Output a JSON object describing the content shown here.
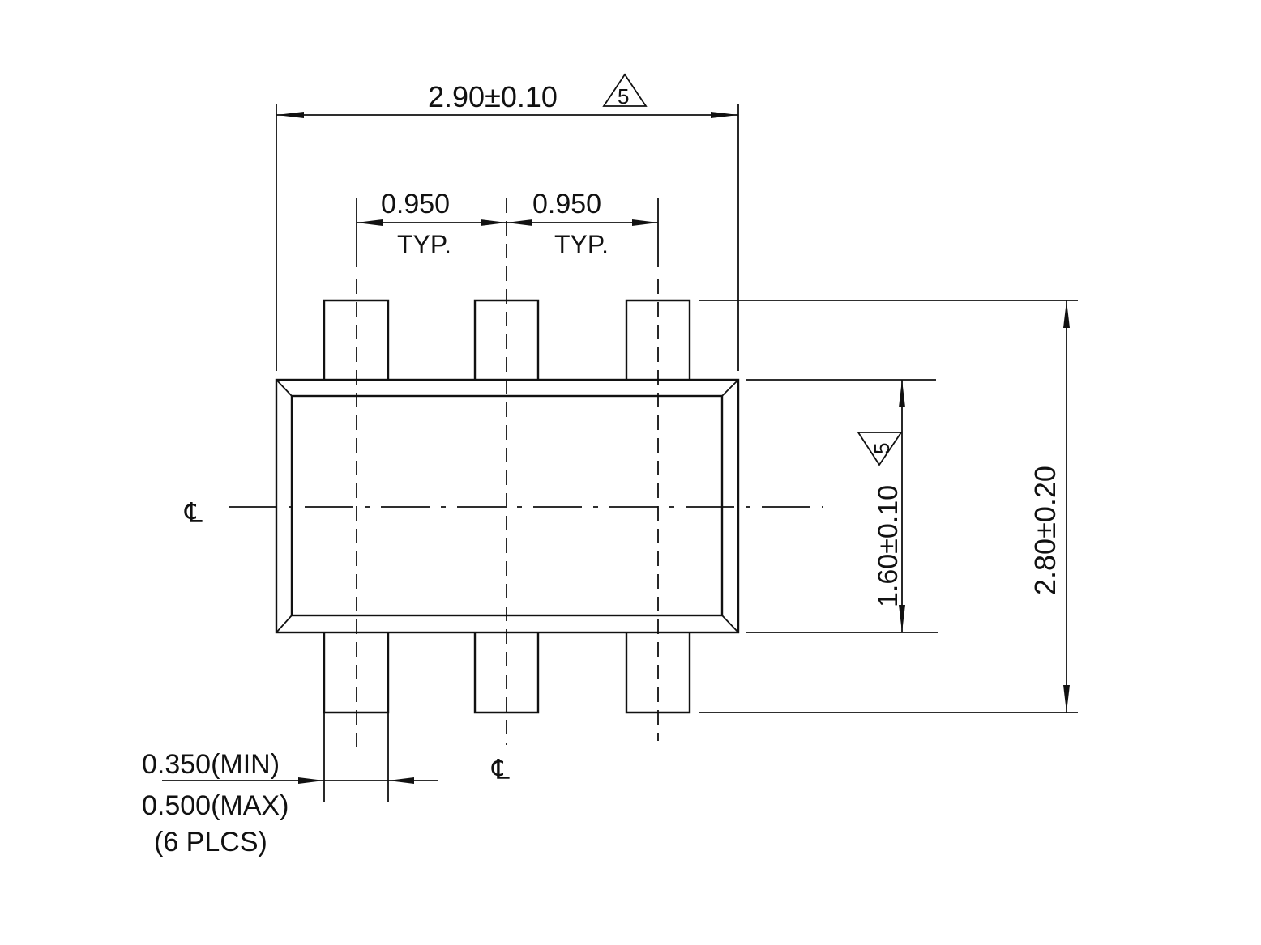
{
  "dimensions": {
    "overall_width": "2.90±0.10",
    "pitch_left": "0.950",
    "pitch_right": "0.950",
    "typ_left": "TYP.",
    "typ_right": "TYP.",
    "body_height": "1.60±0.10",
    "overall_height": "2.80±0.20",
    "lead_width_min": "0.350(MIN)",
    "lead_width_max": "0.500(MAX)",
    "lead_count": "(6  PLCS)",
    "note_flag": "5"
  },
  "centerline": {
    "horizontal_symbol": "℄",
    "vertical_symbol": "℄"
  }
}
